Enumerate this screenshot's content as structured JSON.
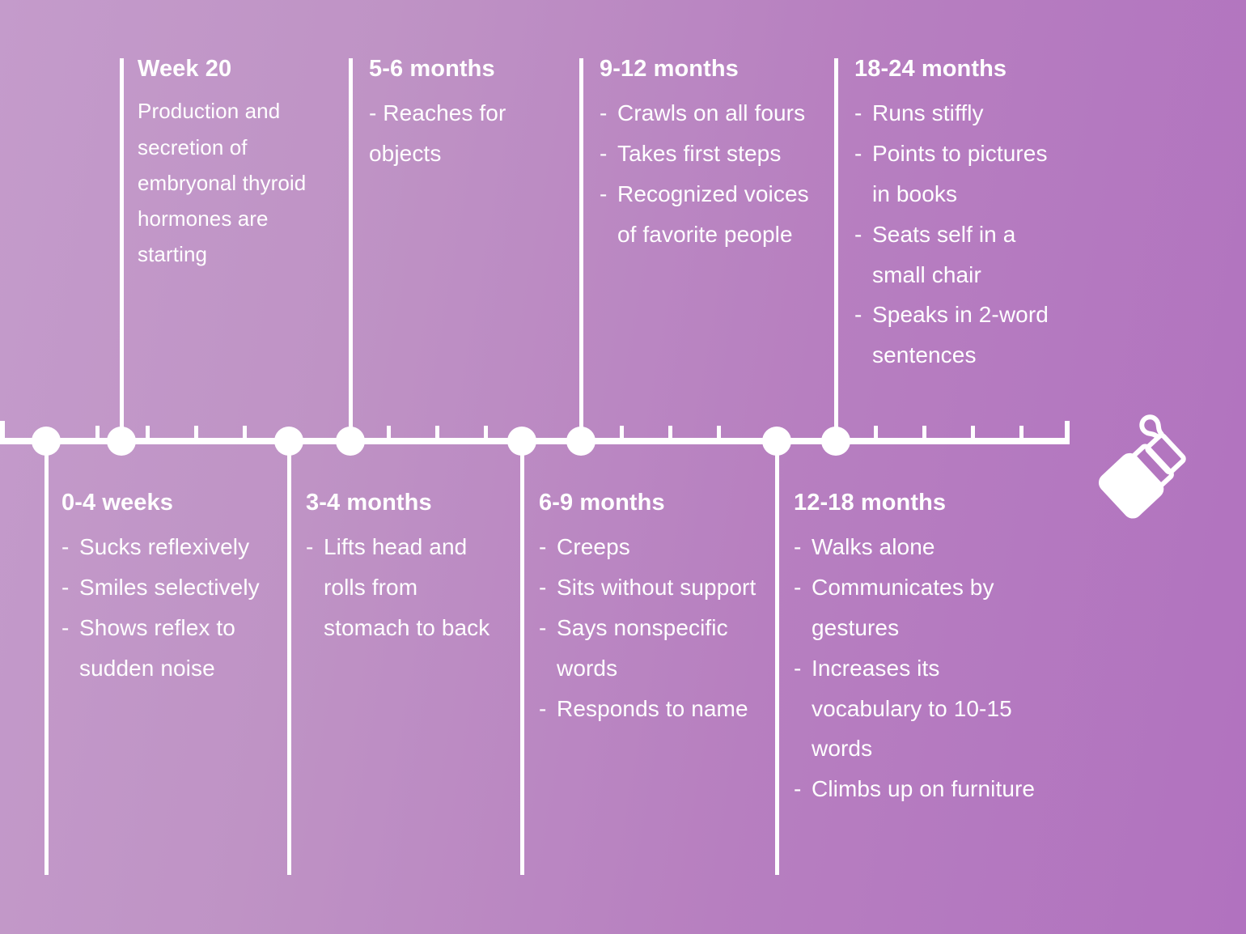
{
  "theme": {
    "background_light": "#c49bcb",
    "background_dark": "#b172bf",
    "line_color": "#ffffff",
    "text_color": "#ffffff"
  },
  "icons": {
    "baby_bottle": "baby-bottle-icon"
  },
  "timeline": {
    "axis": {
      "tick_count": 18,
      "node_count": 8
    },
    "stages_above": [
      {
        "id": "week-20",
        "title": "Week 20",
        "style": "paragraph",
        "paragraph": "Production and secretion of embryonal thyroid hormones are starting",
        "items": []
      },
      {
        "id": "5-6-months",
        "title": "5-6 months",
        "style": "dash-paragraph",
        "paragraph": "- Reaches for objects",
        "items": []
      },
      {
        "id": "9-12-months",
        "title": "9-12 months",
        "style": "list",
        "items": [
          "Crawls on all fours",
          "Takes first steps",
          "Recognized voices of favorite people"
        ]
      },
      {
        "id": "18-24-months",
        "title": "18-24 months",
        "style": "list",
        "items": [
          "Runs stiffly",
          "Points to pictures in books",
          "Seats self in a small chair",
          "Speaks in 2-word sentences"
        ]
      }
    ],
    "stages_below": [
      {
        "id": "0-4-weeks",
        "title": "0-4 weeks",
        "style": "list",
        "items": [
          "Sucks reflexively",
          "Smiles selectively",
          "Shows reflex to sudden noise"
        ]
      },
      {
        "id": "3-4-months",
        "title": "3-4 months",
        "style": "list",
        "items": [
          "Lifts head and rolls from stomach to back"
        ]
      },
      {
        "id": "6-9-months",
        "title": "6-9 months",
        "style": "list",
        "items": [
          "Creeps",
          "Sits without support",
          "Says nonspecific words",
          "Responds to name"
        ]
      },
      {
        "id": "12-18-months",
        "title": "12-18 months",
        "style": "list",
        "items": [
          "Walks alone",
          "Communicates by gestures",
          "Increases its vocabulary to 10-15 words",
          "Climbs up on furniture"
        ]
      }
    ],
    "bullet_dash": "-"
  }
}
